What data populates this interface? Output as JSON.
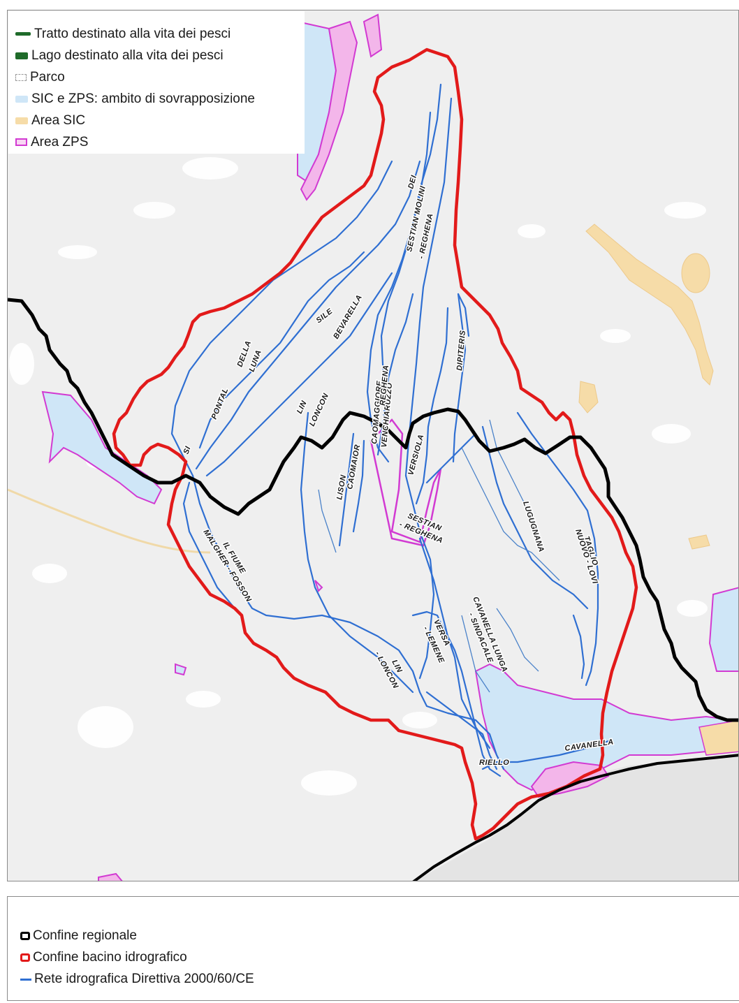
{
  "legend_top": {
    "items": [
      {
        "label": "Tratto destinato alla vita dei pesci",
        "color": "#1f6b2a",
        "symbol": "line"
      },
      {
        "label": "Lago destinato alla vita dei pesci",
        "color": "#1f6b2a",
        "symbol": "rect"
      },
      {
        "label": "Parco",
        "color": "#ffffff",
        "symbol": "dashed-rect"
      },
      {
        "label": "SIC e ZPS: ambito di sovrapposizione",
        "color": "#cfe6f7",
        "symbol": "rect"
      },
      {
        "label": "Area SIC",
        "color": "#f6dca8",
        "symbol": "rect"
      },
      {
        "label": "Area ZPS",
        "color": "#d23ad2",
        "symbol": "outlined-rect"
      }
    ]
  },
  "legend_bottom": {
    "items": [
      {
        "label": "Confine regionale",
        "color": "#000000"
      },
      {
        "label": "Confine bacino idrografico",
        "color": "#e21a1a"
      },
      {
        "label": "Rete idrografica Direttiva 2000/60/CE",
        "color": "#2f6fd2"
      }
    ]
  },
  "river_labels": {
    "dei": "DEI",
    "sestian_molini": "SESTIAN MOLINI",
    "reghena_upper": "- REGHENA",
    "sile": "SILE",
    "bevarella": "BEVARELLA",
    "della_luna_1": "DELLA",
    "della_luna_2": "LUNA",
    "pontal": "PONTAL",
    "lin_loncon_1": "LIN",
    "lin_loncon_2": "LONCON",
    "caomaggiore": "CAOMAGGIORE",
    "venchiaruzzo": "VENCHIARUZZO",
    "reghena_mid": "REGHENA",
    "dipiteris": "DIPITERIS",
    "versiola": "VERSIOLA",
    "lison": "LISON",
    "caomaior": "CAOMAIOR",
    "sestian": "SESTIAN",
    "reghena_low": "- REGHENA",
    "il_fiume": "IL FIUME",
    "malgher": "MALGHER - FOSSON",
    "lugugnana": "LUGUGNANA",
    "taglio": "TAGLIO",
    "nuovo_lovi": "NUOVO - LOVI",
    "cavanella_lunga": "CAVANELLA LUNGA",
    "sindacale": "- SINDACALE",
    "versa": "VERSA",
    "lemene": "- LEMENE",
    "lin_low": "LIN",
    "loncon_low": "- LONCON",
    "riello": "RIELLO",
    "cavanella": "CAVANELLA",
    "si": "SI"
  }
}
